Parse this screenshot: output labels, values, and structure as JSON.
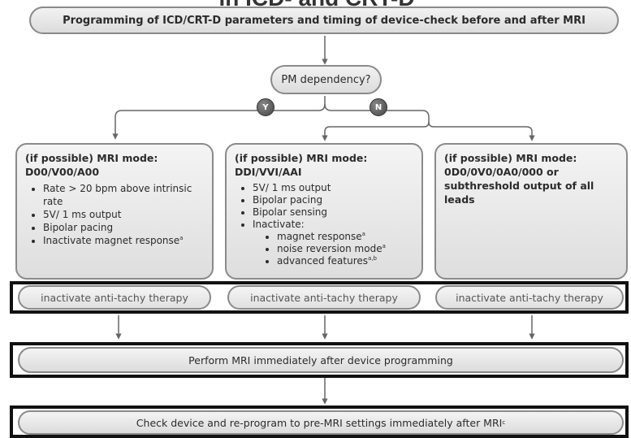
{
  "top_cutoff_text": "in ICD- and CRT-D",
  "header": "Programming of ICD/CRT-D parameters and timing of device-check before and after MRI",
  "question": "PM dependency?",
  "branch_yes": "Y",
  "branch_no": "N",
  "card_left": {
    "title_line1": "(if possible) MRI mode:",
    "title_line2": "D00/V00/A00",
    "items": [
      "Rate > 20 bpm above intrinsic rate",
      "5V/ 1 ms output",
      "Bipolar pacing",
      "Inactivate magnet response"
    ],
    "item4_sup": "a"
  },
  "card_mid": {
    "title_line1": "(if possible) MRI mode:",
    "title_line2": "DDI/VVI/AAI",
    "items": [
      "5V/ 1 ms output",
      "Bipolar pacing",
      "Bipolar sensing",
      "Inactivate:"
    ],
    "sub_items": [
      "magnet response",
      "noise reversion mode",
      "advanced features"
    ],
    "sub_sups": [
      "a",
      "a",
      "a,b"
    ]
  },
  "card_right": {
    "title_line1": "(if possible) MRI mode:",
    "title_line2": "0D0/0V0/0A0/000 or",
    "title_line3": "subthreshold output of all leads"
  },
  "anti_tachy": [
    "inactivate anti-tachy therapy",
    "inactivate anti-tachy therapy",
    "inactivate anti-tachy therapy"
  ],
  "perform_mri": "Perform MRI immediately after device programming",
  "check_device": "Check device and re-program to pre-MRI settings immediately after MRI",
  "check_device_sup": "c"
}
